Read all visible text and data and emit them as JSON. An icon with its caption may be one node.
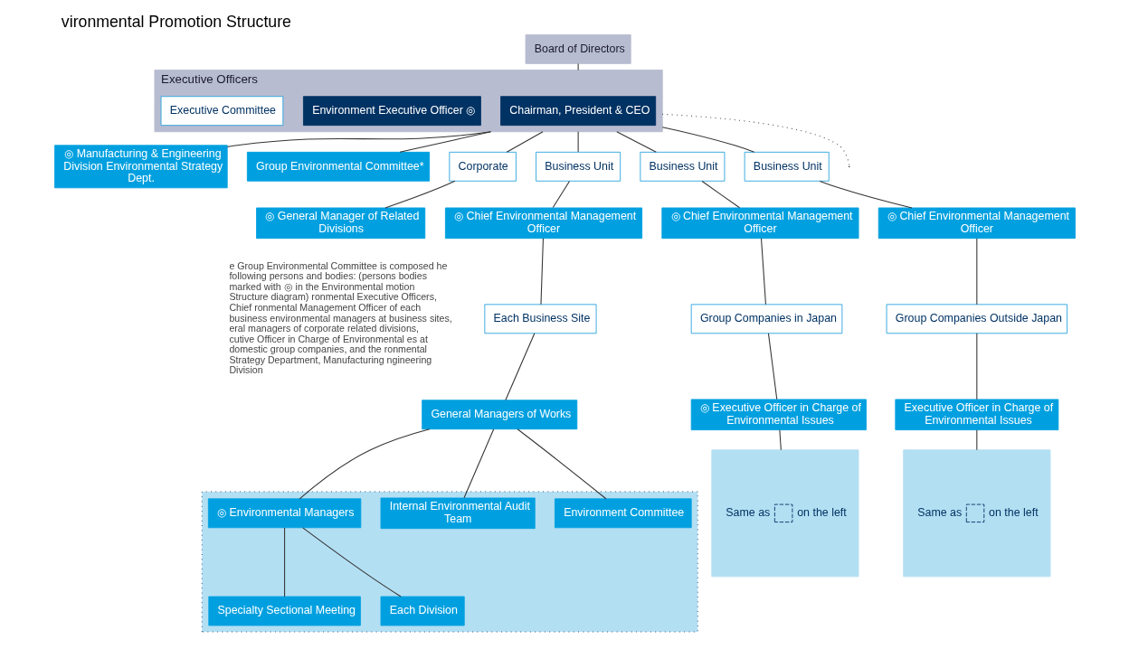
{
  "diagram": {
    "title": "vironmental Promotion Structure",
    "nodes": [
      {
        "text": [
          "Board of Directors"
        ]
      },
      {
        "text": [
          "Executive Officers"
        ]
      },
      {
        "text": [
          "Chairman, President & CEO"
        ],
        "in": 1
      },
      {
        "text": [
          "Environment Executive Officer ◎"
        ],
        "in": 1
      },
      {
        "text": [
          "Executive Committee"
        ],
        "in": 1
      },
      {
        "text": [
          "◎ Manufacturing & Engineering Division Environmental Strategy Dept."
        ]
      },
      {
        "text": [
          "Group Environmental Committee*"
        ]
      },
      {
        "text": [
          "Corporate"
        ]
      },
      {
        "text": [
          "Business Unit"
        ]
      },
      {
        "text": [
          "Business Unit"
        ]
      },
      {
        "text": [
          "Business Unit"
        ]
      },
      {
        "text": [
          "◎ Chief Environmental Management Officer"
        ]
      },
      {
        "text": [
          "◎ Chief Environmental Management Officer"
        ]
      },
      {
        "text": [
          "◎ Chief Environmental Management Officer"
        ]
      },
      {
        "text": [
          "◎ General Manager of Related Divisions"
        ]
      },
      {
        "text": [
          "Each Business Site"
        ]
      },
      {
        "text": [
          "Group Companies in Japan"
        ]
      },
      {
        "text": [
          "Group Companies Outside Japan"
        ]
      },
      {
        "text": [
          "General Managers of Works"
        ]
      },
      {
        "text": [
          "◎ Executive Officer in Charge of Environmental Issues"
        ]
      },
      {
        "text": [
          "Executive Officer in Charge of Environmental Issues"
        ]
      },
      {
        "text": [],
        "shape": "box"
      },
      {
        "text": [
          "Environment Committee"
        ],
        "in": 21
      },
      {
        "text": [
          "Internal Environmental Audit Team"
        ],
        "in": 21
      },
      {
        "text": [
          "◎ Environmental Managers"
        ],
        "in": 21
      },
      {
        "text": [
          "Specialty Sectional Meeting"
        ],
        "in": 21
      },
      {
        "text": [
          "Each Division"
        ],
        "in": 21
      },
      {
        "text": [
          "Same as",
          "on the left"
        ]
      },
      {
        "text": [
          "Same as",
          "on the left"
        ]
      }
    ],
    "edges": [
      {
        "from": 0,
        "to": 1,
        "arrow": "none"
      },
      {
        "from": 1,
        "to": 5,
        "arrow": "none"
      },
      {
        "from": 1,
        "to": 6,
        "arrow": "none"
      },
      {
        "from": 1,
        "to": 7,
        "arrow": "none"
      },
      {
        "from": 1,
        "to": 8,
        "arrow": "none"
      },
      {
        "from": 1,
        "to": 9,
        "arrow": "none"
      },
      {
        "from": 1,
        "to": 10,
        "arrow": "none"
      },
      {
        "from": 1,
        "to": null,
        "arrow": "none",
        "style": "dashed"
      },
      {
        "from": 7,
        "to": 14,
        "arrow": "none"
      },
      {
        "from": 8,
        "to": 11,
        "arrow": "none"
      },
      {
        "from": 9,
        "to": 12,
        "arrow": "none"
      },
      {
        "from": 10,
        "to": 13,
        "arrow": "none"
      },
      {
        "from": 11,
        "to": 15,
        "arrow": "none"
      },
      {
        "from": 12,
        "to": 16,
        "arrow": "none"
      },
      {
        "from": 13,
        "to": 17,
        "arrow": "none"
      },
      {
        "from": 15,
        "to": 18,
        "arrow": "none"
      },
      {
        "from": 16,
        "to": 19,
        "arrow": "none"
      },
      {
        "from": 17,
        "to": 20,
        "arrow": "none"
      },
      {
        "from": 18,
        "to": 22,
        "arrow": "none"
      },
      {
        "from": 18,
        "to": 23,
        "arrow": "none"
      },
      {
        "from": 18,
        "to": 24,
        "arrow": "none"
      },
      {
        "from": 24,
        "to": 25,
        "arrow": "none"
      },
      {
        "from": 24,
        "to": 26,
        "arrow": "none"
      },
      {
        "from": 19,
        "to": 27,
        "arrow": "none"
      },
      {
        "from": 20,
        "to": 28,
        "arrow": "none"
      }
    ],
    "labels": [
      "e Group Environmental Committee is composed he following persons and bodies: (persons bodies marked with ◎ in the Environmental motion Structure diagram) ronmental Executive Officers, Chief ronmental Management Officer of each business environmental managers at business sites, eral managers of corporate related divisions, cutive Officer in Charge of Environmental es at domestic group companies, and the ronmental Strategy Department, Manufacturing ngineering Division"
    ]
  }
}
